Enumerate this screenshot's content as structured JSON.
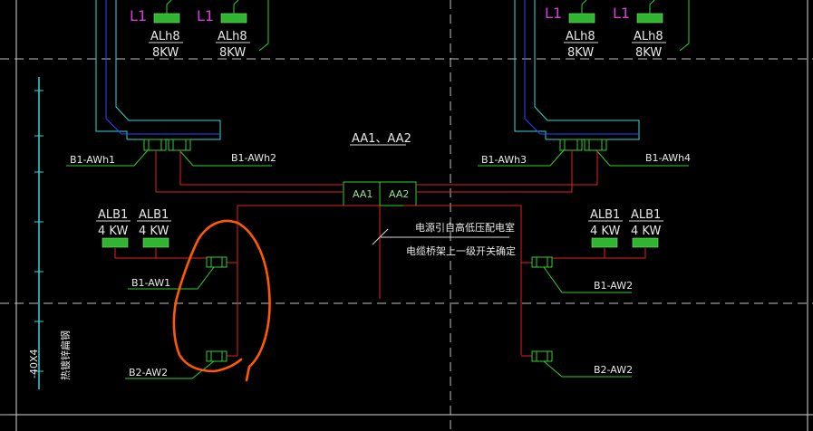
{
  "panels": {
    "top_left_1": {
      "phase": "L1",
      "id": "ALh8",
      "power": "8KW"
    },
    "top_left_2": {
      "phase": "L1",
      "id": "ALh8",
      "power": "8KW"
    },
    "top_right_1": {
      "phase": "L1",
      "id": "ALh8",
      "power": "8KW"
    },
    "top_right_2": {
      "phase": "L1",
      "id": "ALh8",
      "power": "8KW"
    },
    "mid_left_1": {
      "id": "ALB1",
      "power": "4 KW"
    },
    "mid_left_2": {
      "id": "ALB1",
      "power": "4 KW"
    },
    "mid_right_1": {
      "id": "ALB1",
      "power": "4 KW"
    },
    "mid_right_2": {
      "id": "ALB1",
      "power": "4 KW"
    }
  },
  "main_cabinets": {
    "title": "AA1、AA2",
    "aa1": "AA1",
    "aa2": "AA2"
  },
  "labels": {
    "b1_awh1": "B1-AWh1",
    "b1_awh2": "B1-AWh2",
    "b1_awh3": "B1-AWh3",
    "b1_awh4": "B1-AWh4",
    "b1_aw1": "B1-AW1",
    "b2_aw2_left": "B2-AW2",
    "b1_aw2": "B1-AW2",
    "b2_aw2_right": "B2-AW2"
  },
  "note": {
    "line1": "电源引自高低压配电室",
    "line2": "电缆桥架上一级开关确定"
  },
  "side_label": {
    "size": "-40X4",
    "material": "热镀锌扁钢"
  },
  "colors": {
    "background": "#000000",
    "cable_tray": "#36d6d6",
    "cable_blue": "#2b46ff",
    "wiring_red": "#e02020",
    "equipment_green": "#2fd12f",
    "phase_magenta": "#d93fd9",
    "markup_orange": "#ff5a00"
  }
}
